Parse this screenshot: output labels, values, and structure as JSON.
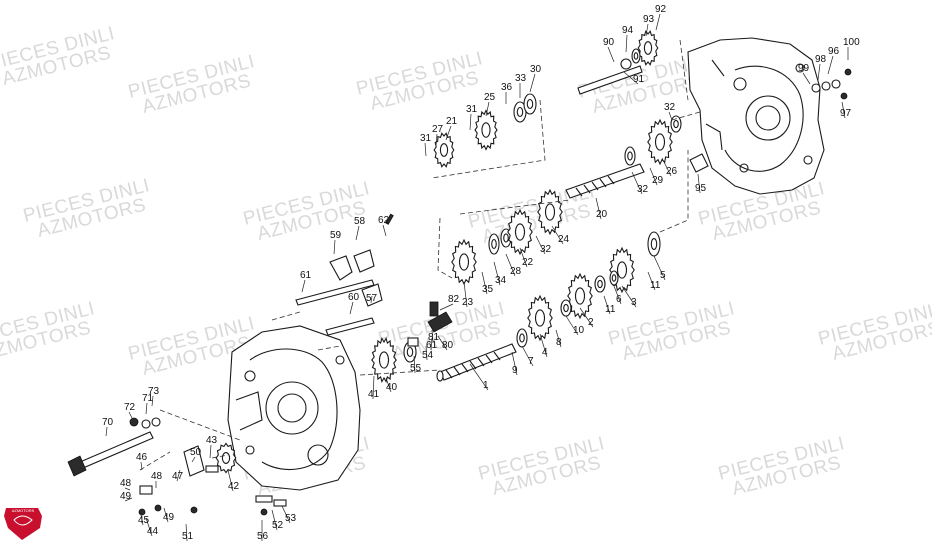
{
  "watermark": {
    "line1": "PIECES DINLI",
    "line2": "AZMOTORS"
  },
  "logo": {
    "text": "AZMOTORS",
    "color": "#c8102e"
  },
  "callouts": [
    "1",
    "2",
    "3",
    "4",
    "5",
    "6",
    "7",
    "8",
    "9",
    "10",
    "11",
    "11",
    "20",
    "21",
    "22",
    "23",
    "24",
    "25",
    "26",
    "27",
    "28",
    "29",
    "30",
    "31",
    "31",
    "32",
    "32",
    "32",
    "33",
    "34",
    "35",
    "36",
    "40",
    "41",
    "42",
    "43",
    "44",
    "45",
    "46",
    "47",
    "48",
    "48",
    "49",
    "49",
    "50",
    "51",
    "52",
    "53",
    "54",
    "55",
    "56",
    "57",
    "58",
    "59",
    "60",
    "61",
    "61",
    "62",
    "70",
    "71",
    "72",
    "73",
    "80",
    "81",
    "82",
    "90",
    "91",
    "92",
    "93",
    "94",
    "95",
    "96",
    "97",
    "98",
    "99",
    "100"
  ]
}
